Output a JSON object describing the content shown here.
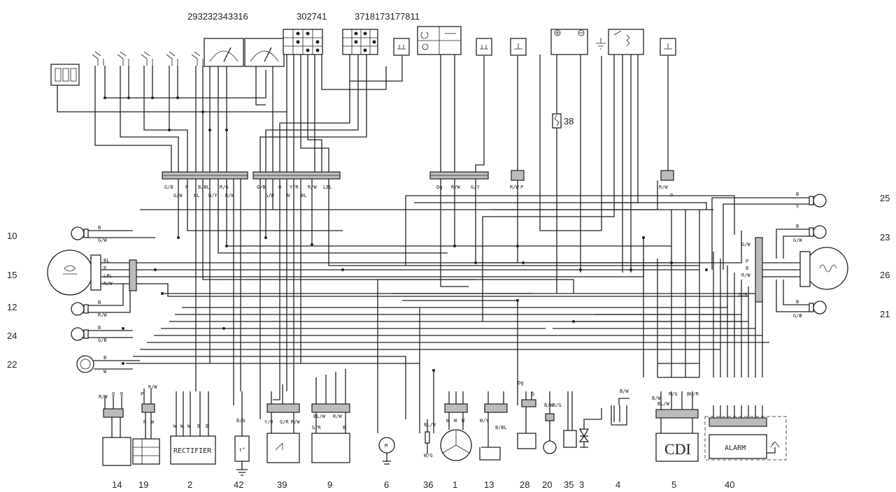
{
  "top_labels": [
    "293232343316",
    "302741",
    "3718173177811"
  ],
  "left_numbers": [
    "10",
    "15",
    "12",
    "24",
    "22"
  ],
  "right_numbers": [
    "25",
    "23",
    "26",
    "21"
  ],
  "bottom_numbers": [
    "14",
    "19",
    "2",
    "42",
    "39",
    "9",
    "6",
    "36",
    "1",
    "13",
    "28",
    "20",
    "35",
    "3",
    "4",
    "5",
    "40"
  ],
  "fuse_number": "38",
  "blocks": {
    "rectifier": "RECTIFIER",
    "cdi": "CDI",
    "alarm": "ALARM"
  },
  "connector_labels": {
    "c1_top": [
      "G/B",
      "P",
      "B/BL",
      "R/G"
    ],
    "c1_bottom": [
      "G/W",
      "BL",
      "W/Y",
      "R/W"
    ],
    "c2_top": [
      "G/B",
      "O",
      "Y/R",
      "R/W",
      "LBL"
    ],
    "c2_bottom": [
      "G/W",
      "N",
      "BL"
    ],
    "c3": [
      "Dg",
      "R/W",
      "G/Y"
    ],
    "c4": [
      "R/W",
      "P"
    ],
    "c5": [
      "R/W",
      "P"
    ]
  },
  "headlight_labels": [
    "BL",
    "R",
    "LBL",
    "R/W"
  ],
  "right_bundle_labels": [
    "G/W",
    "P",
    "B",
    "R/W",
    "G/B"
  ],
  "lamp_labels": {
    "l10": [
      "B",
      "G/W"
    ],
    "l12": [
      "B",
      "R/W"
    ],
    "l24": [
      "B",
      "G/B"
    ],
    "l22": [
      "B",
      "W"
    ],
    "r25": [
      "B",
      "Y"
    ],
    "r23": [
      "B",
      "G/W"
    ],
    "r21": [
      "B",
      "G/B"
    ]
  },
  "part_labels": {
    "p14": [
      "R/W",
      "O",
      "R"
    ],
    "p19": [
      "P",
      "R/W",
      "R",
      "W"
    ],
    "p2": [
      "W",
      "W",
      "W",
      "B",
      "B"
    ],
    "p42": "B/G",
    "p39": [
      "Y/R",
      "G/R",
      "R/W"
    ],
    "p9": [
      "BL/W",
      "R/W",
      "G/R",
      "B"
    ],
    "p36": [
      "BL/W",
      "W/G"
    ],
    "p1": [
      "W",
      "W",
      "W"
    ],
    "p13": [
      "W/Y",
      "B/BL"
    ],
    "p28": [
      "Dg",
      "G"
    ],
    "p20": [
      "B/W",
      "B/G"
    ],
    "p4": "B/W",
    "p5": [
      "B/W",
      "R/G",
      "BL/W",
      "BH/R"
    ]
  }
}
